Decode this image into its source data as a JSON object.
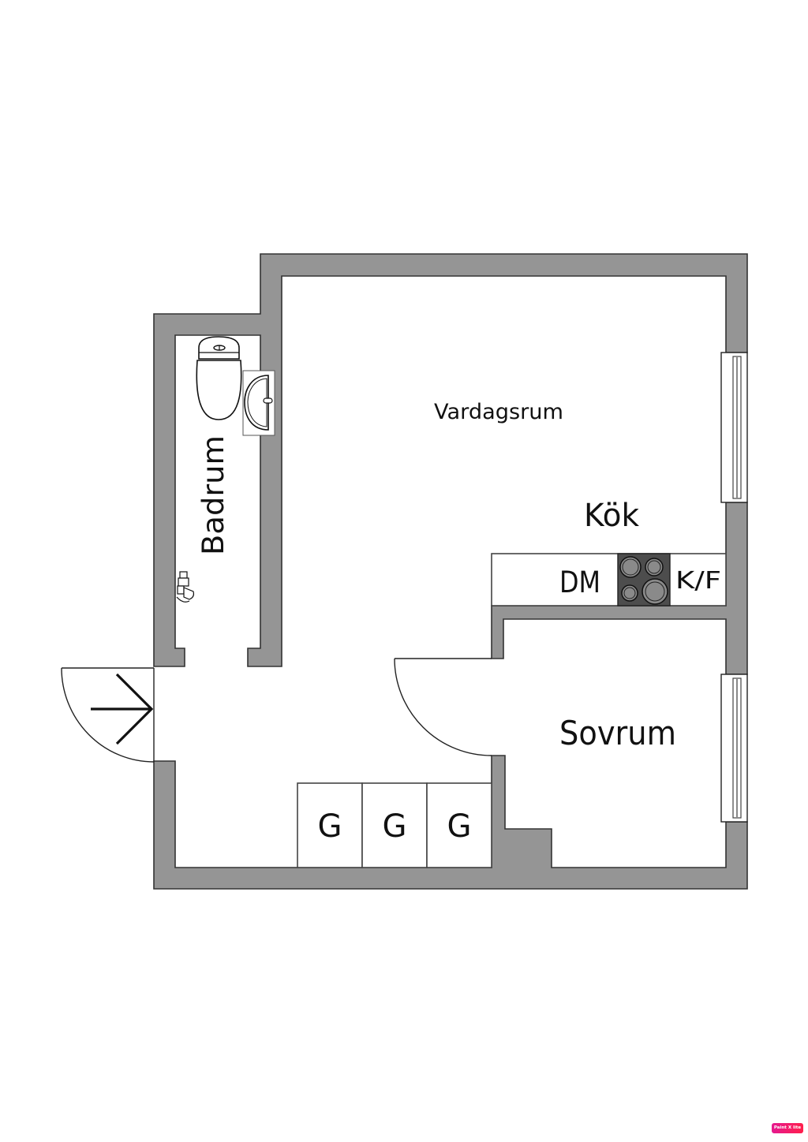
{
  "plan": {
    "rooms": {
      "vardagsrum": "Vardagsrum",
      "kok": "Kök",
      "sovrum": "Sovrum",
      "badrum": "Badrum"
    },
    "kitchen": {
      "dishwasher": "DM",
      "fridge_freezer": "K/F",
      "stove_icon": "stove-icon"
    },
    "storage": [
      {
        "label": "G"
      },
      {
        "label": "G"
      },
      {
        "label": "G"
      }
    ],
    "entrance_icon": "arrow-right-icon",
    "bathroom_fixtures": [
      "toilet-icon",
      "sink-icon",
      "shower-tap-icon"
    ],
    "windows": [
      "living-room-window",
      "bedroom-window"
    ]
  },
  "watermark": {
    "text": "Paint X lite",
    "colors": [
      "#e5198f",
      "#ff1f4b"
    ]
  },
  "colors": {
    "wall": "#959595",
    "wall_outline": "#333333",
    "stove": "#4d4d4d",
    "burner": "#8a8a8a",
    "background": "#ffffff"
  }
}
